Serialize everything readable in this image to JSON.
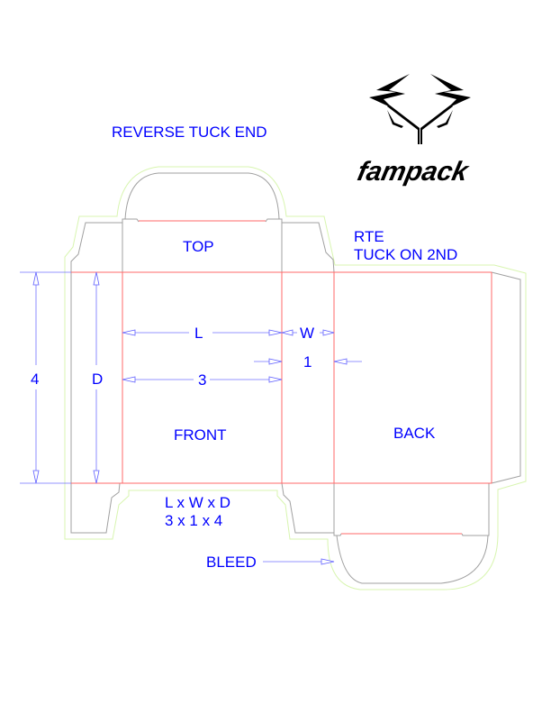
{
  "title": "REVERSE TUCK END",
  "logo": {
    "text": "fampack"
  },
  "panels": {
    "top": "TOP",
    "front": "FRONT",
    "back": "BACK"
  },
  "note": {
    "line1": "RTE",
    "line2": "TUCK ON 2ND"
  },
  "dimensions": {
    "length_label": "L",
    "width_label": "W",
    "depth_label": "D",
    "length_value": "3",
    "width_value": "1",
    "depth_value": "4"
  },
  "formula": {
    "line1": "L x W x D",
    "line2": "3 x 1 x 4"
  },
  "bleed_label": "BLEED",
  "colors": {
    "text": "#0000ff",
    "cut": "#a0a0a0",
    "fold": "#ff6a6a",
    "bleed": "#d8f5b0"
  }
}
